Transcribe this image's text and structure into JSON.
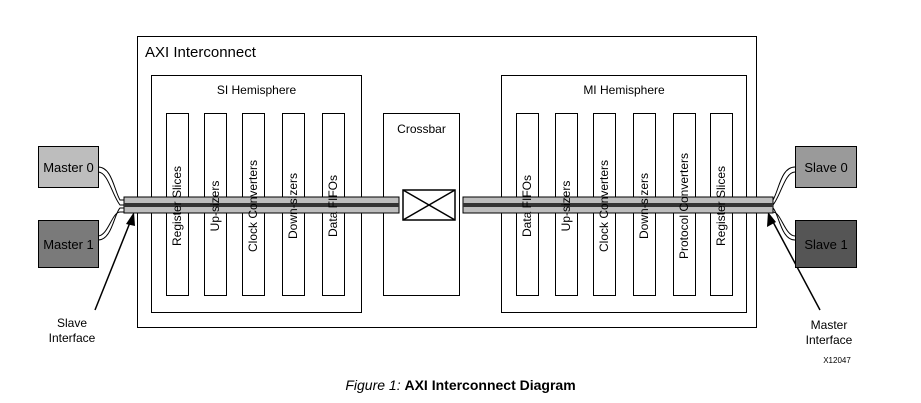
{
  "colors": {
    "master0": "#bdbdbd",
    "master1": "#7a7a7a",
    "slave0": "#9a9a9a",
    "slave1": "#555555",
    "bus_fill": "#bdbdbd",
    "bus_stripe": "#333333",
    "link": "#2a4fd6"
  },
  "diagram": {
    "interconnect_title": "AXI Interconnect",
    "si_hemisphere": {
      "title": "SI Hemisphere",
      "modules": [
        "Register Slices",
        "Up-sizers",
        "Clock Converters",
        "Down-sizers",
        "Data FIFOs"
      ]
    },
    "crossbar": {
      "title": "Crossbar"
    },
    "mi_hemisphere": {
      "title": "MI Hemisphere",
      "modules": [
        "Data FIFOs",
        "Up-sizers",
        "Clock Converters",
        "Down-sizers",
        "Protocol Converters",
        "Register Slices"
      ]
    },
    "masters": [
      "Master 0",
      "Master 1"
    ],
    "slaves": [
      "Slave 0",
      "Slave 1"
    ],
    "slave_interface": {
      "line1": "Slave",
      "line2": "Interface"
    },
    "master_interface": {
      "line1": "Master",
      "line2": "Interface"
    },
    "figure_id": "X12047"
  },
  "caption": {
    "prefix": "Figure 1:",
    "text": "AXI Interconnect Diagram"
  }
}
